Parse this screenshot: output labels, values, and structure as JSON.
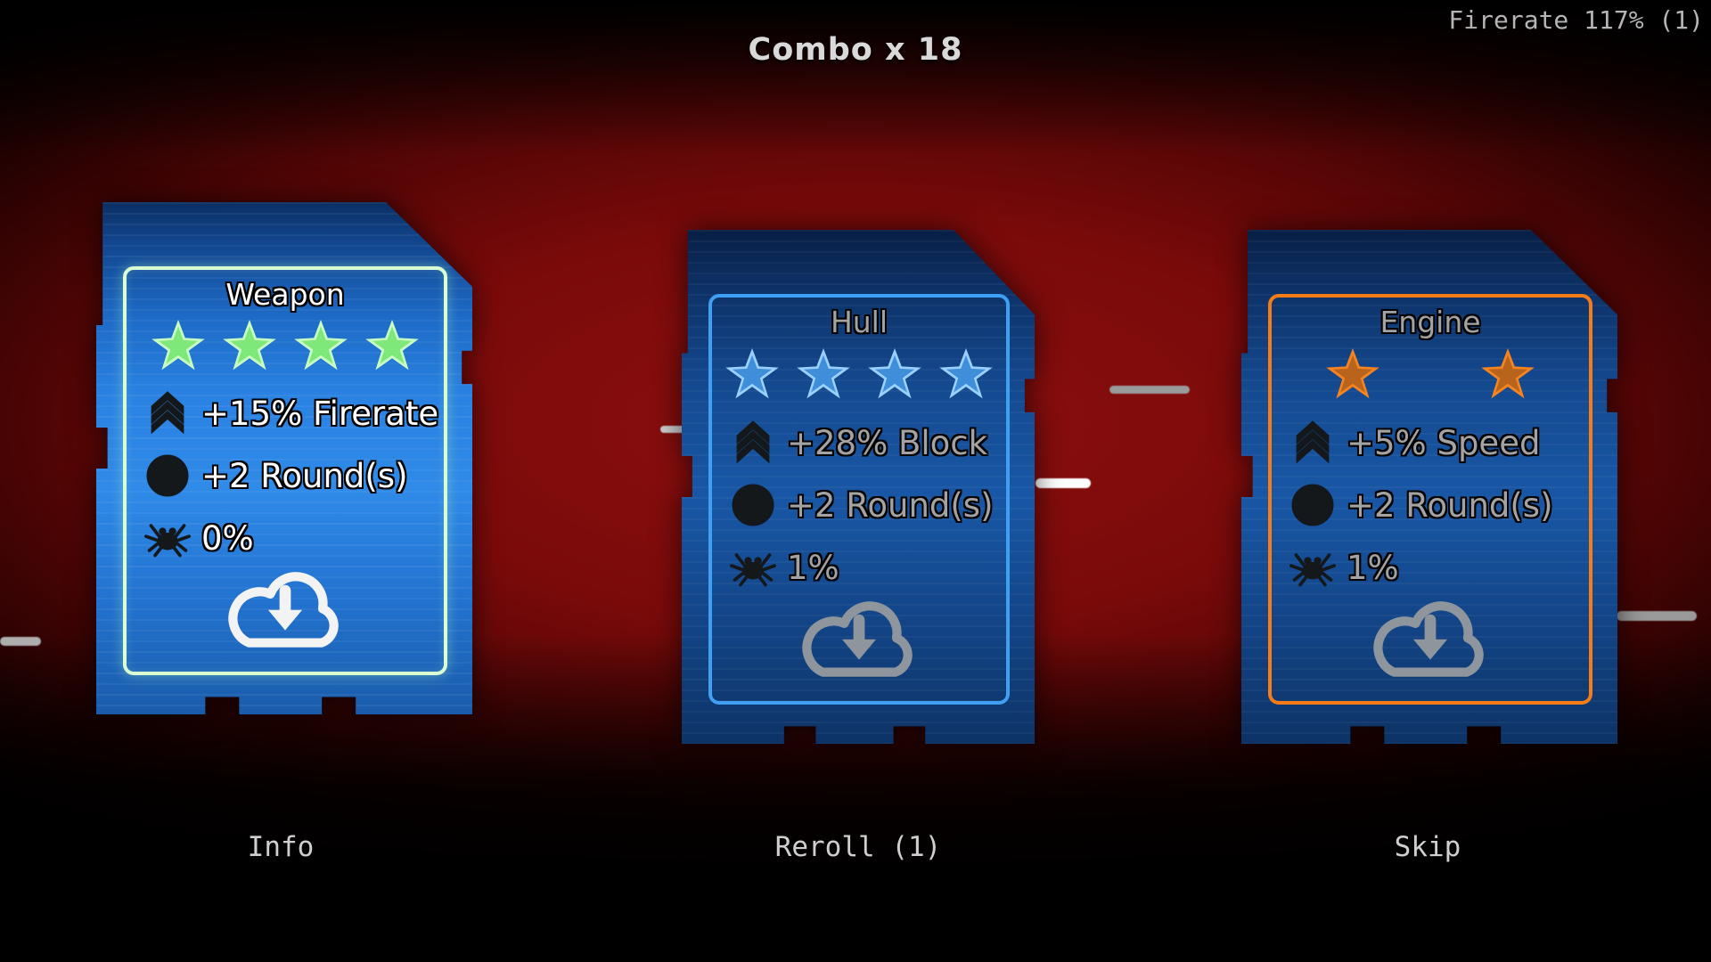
{
  "hud": {
    "combo": "Combo x 18",
    "firerate_status": "Firerate 117% (1)"
  },
  "cards": [
    {
      "title": "Weapon",
      "stars": 4,
      "highlighted": true,
      "accent": "#daffd2",
      "star_fill": "#7fe87b",
      "star_edge": "#c9ffc2",
      "star_glow": "rgba(130,255,120,0.8)",
      "text_color": "#ffffff",
      "icon_color": "#14181b",
      "cloud_color": "#f3f3f3",
      "stats": [
        {
          "icon": "chevrons-up-icon",
          "label": "+15% Firerate"
        },
        {
          "icon": "clock-icon",
          "label": "+2 Round(s)"
        },
        {
          "icon": "bug-icon",
          "label": "0%"
        }
      ]
    },
    {
      "title": "Hull",
      "stars": 4,
      "highlighted": false,
      "accent": "#3f9ff2",
      "star_fill": "#3f8ed9",
      "star_edge": "#9bd0fb",
      "star_glow": "rgba(90,170,255,0.45)",
      "text_color": "#a3a3a3",
      "icon_color": "#14181b",
      "cloud_color": "#8e959c",
      "stats": [
        {
          "icon": "chevrons-up-icon",
          "label": "+28% Block"
        },
        {
          "icon": "clock-icon",
          "label": "+2 Round(s)"
        },
        {
          "icon": "bug-icon",
          "label": "1%"
        }
      ]
    },
    {
      "title": "Engine",
      "stars": 2,
      "highlighted": false,
      "accent": "#f57c17",
      "star_fill": "#b9641d",
      "star_edge": "#f5831e",
      "star_glow": "rgba(240,130,30,0.35)",
      "text_color": "#a3a3a3",
      "icon_color": "#14181b",
      "cloud_color": "#8e959c",
      "stats": [
        {
          "icon": "chevrons-up-icon",
          "label": "+5% Speed"
        },
        {
          "icon": "clock-icon",
          "label": "+2 Round(s)"
        },
        {
          "icon": "bug-icon",
          "label": "1%"
        }
      ]
    }
  ],
  "footer": {
    "info": "Info",
    "reroll": "Reroll (1)",
    "skip": "Skip"
  }
}
